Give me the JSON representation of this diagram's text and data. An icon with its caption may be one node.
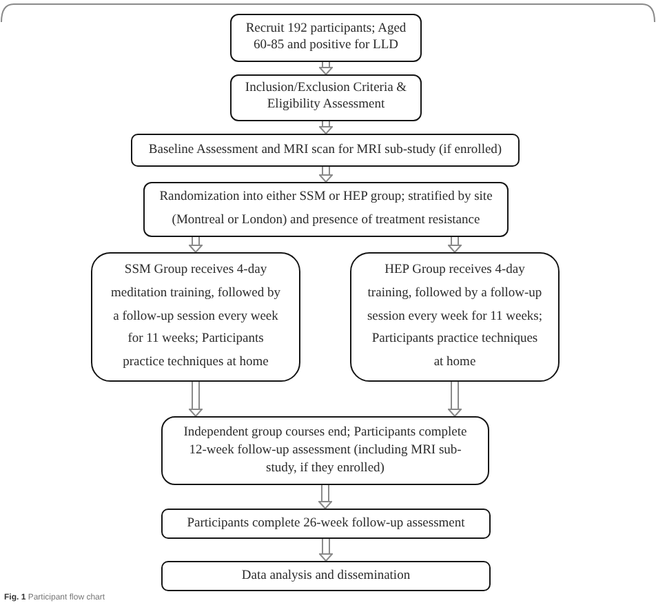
{
  "diagram": {
    "caption": "**Fig. 1** Participant flow chart",
    "nodes": [
      {
        "text": [
          "Recruit 192 participants; Aged 60-85 and positive for LLD"
        ]
      },
      {
        "text": [
          "Inclusion/Exclusion Criteria & Eligibility Assessment"
        ]
      },
      {
        "text": [
          "Baseline Assessment and MRI scan for MRI sub-study (if enrolled)"
        ]
      },
      {
        "text": [
          "Randomization into either SSM or HEP group; stratified by site (Montreal or London) and presence of treatment resistance"
        ]
      },
      {
        "text": [
          "SSM Group receives 4-day meditation training, followed by a follow-up session every week for 11 weeks; Participants practice techniques at home"
        ]
      },
      {
        "text": [
          "HEP Group receives 4-day training, followed by a follow-up session every week for 11 weeks; Participants practice techniques at home"
        ]
      },
      {
        "text": [
          "Independent group courses end; Participants complete 12-week follow-up assessment (including MRI sub-study, if they enrolled)"
        ]
      },
      {
        "text": [
          "Participants complete 26-week follow-up assessment"
        ]
      },
      {
        "text": [
          "Data analysis and dissemination"
        ]
      }
    ],
    "edges": [
      {
        "from": 0,
        "to": 1,
        "arrow": "to"
      },
      {
        "from": 1,
        "to": 2,
        "arrow": "to"
      },
      {
        "from": 2,
        "to": 3,
        "arrow": "to"
      },
      {
        "from": 3,
        "to": 4,
        "arrow": "to"
      },
      {
        "from": 3,
        "to": 5,
        "arrow": "to"
      },
      {
        "from": 4,
        "to": 6,
        "arrow": "to"
      },
      {
        "from": 5,
        "to": 6,
        "arrow": "to"
      },
      {
        "from": 6,
        "to": 7,
        "arrow": "to"
      },
      {
        "from": 7,
        "to": 8,
        "arrow": "to"
      }
    ]
  }
}
